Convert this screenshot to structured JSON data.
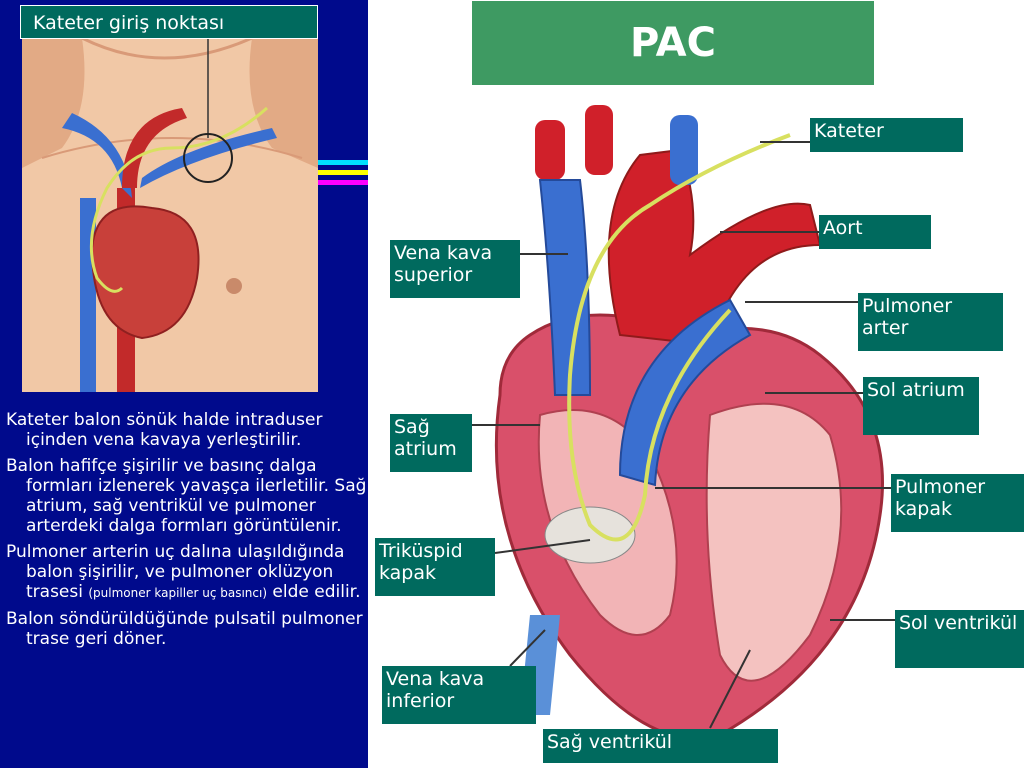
{
  "slide": {
    "title": "PAC",
    "entry_caption": "Kateter giriş noktası",
    "bullets": [
      {
        "text": "Kateter balon sönük halde intraduser içinden vena kavaya yerleştirilir."
      },
      {
        "text": "Balon hafifçe şişirilir ve  basınç dalga formları izlenerek yavaşça ilerletilir. Sağ atrium, sağ ventrikül ve pulmoner arterdeki dalga formları görüntülenir."
      },
      {
        "text": "Pulmoner arterin uç dalına ulaşıldığında balon şişirilir, ve pulmoner oklüzyon trasesi",
        "note": "(pulmoner kapiller uç basıncı)",
        "tail": " elde edilir."
      },
      {
        "text": "Balon söndürüldüğünde pulsatil pulmoner trase geri döner."
      }
    ]
  },
  "labels": {
    "kateter": "Kateter",
    "aort": "Aort",
    "vena_kava_superior": "Vena kava superior",
    "pulmoner_arter": "Pulmoner arter",
    "sol_atrium": "Sol atrium",
    "sag_atrium": "Sağ atrium",
    "pulmoner_kapak": "Pulmoner kapak",
    "trikuspid_kapak": "Triküspid kapak",
    "sol_ventrikul": "Sol ventrikül",
    "vena_kava_inferior": "Vena kava inferior",
    "sag_ventrikul": "Sağ ventrikül"
  },
  "colors": {
    "left_background": "#000a8c",
    "label_background": "#006a5e",
    "title_background": "#3e9a62",
    "catheter": "#d8e060",
    "vein_blue": "#3a6fd0",
    "artery_red": "#d0202a",
    "stripe_colors": [
      "#00e0ff",
      "#ffff00",
      "#ff00ff"
    ]
  },
  "icons": {
    "entry_marker": "circle-marker-icon"
  }
}
